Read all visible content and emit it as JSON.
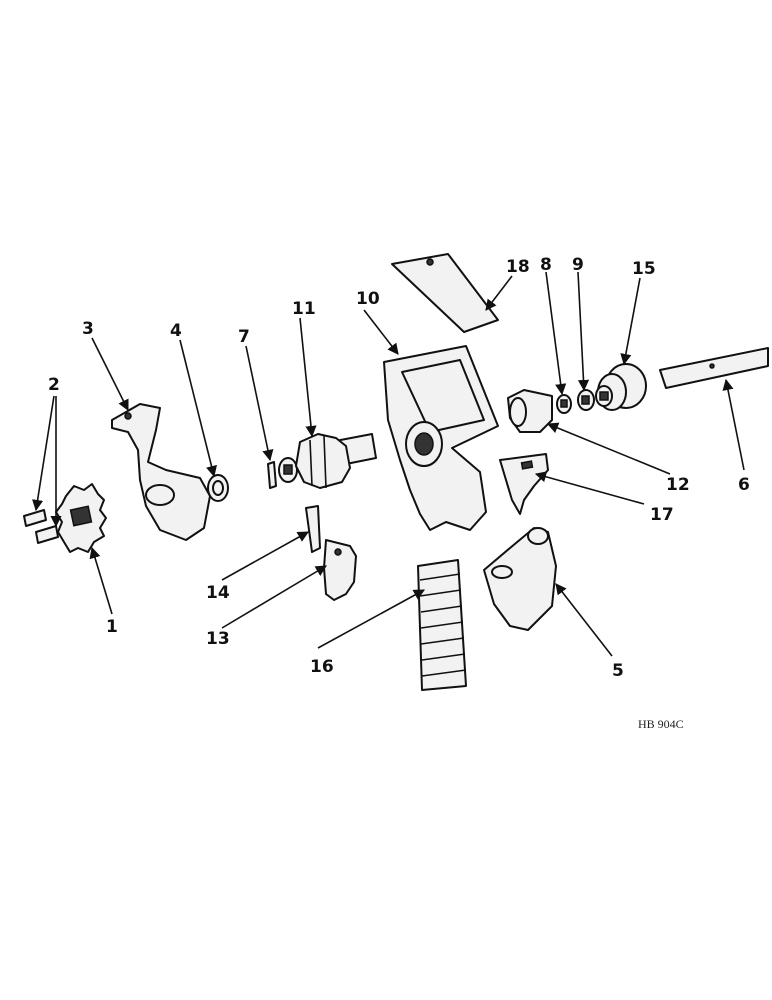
{
  "callouts": {
    "c1": "1",
    "c2": "2",
    "c3": "3",
    "c4": "4",
    "c5": "5",
    "c6": "6",
    "c7": "7",
    "c8": "8",
    "c9": "9",
    "c10": "10",
    "c11": "11",
    "c12": "12",
    "c13": "13",
    "c14": "14",
    "c15": "15",
    "c16": "16",
    "c17": "17",
    "c18": "18"
  },
  "drawing_code": "HB 904C",
  "colors": {
    "ink": "#111111",
    "paper": "#ffffff",
    "shade": "#f2f2f2"
  }
}
